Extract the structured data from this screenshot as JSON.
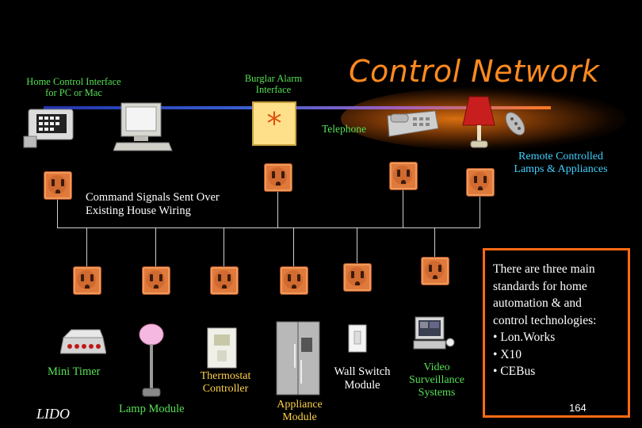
{
  "title": "Control Network",
  "labels": {
    "home_control": "Home Control Interface\nfor PC or Mac",
    "burglar_alarm": "Burglar Alarm\nInterface",
    "telephone": "Telephone",
    "remote_lamps": "Remote Controlled\nLamps & Appliances",
    "command_signals": "Command Signals Sent Over\nExisting House Wiring",
    "mini_timer": "Mini Timer",
    "lamp_module": "Lamp Module",
    "thermostat": "Thermostat\nController",
    "appliance": "Appliance\nModule",
    "wall_switch": "Wall Switch\nModule",
    "video": "Video\nSurveillance\nSystems",
    "lido": "LIDO",
    "page_number": "164"
  },
  "alarm_symbol": "*",
  "info_lines": [
    "There are three main",
    "standards for home",
    "automation & and",
    "control technologies:",
    "• Lon.Works",
    "• X10",
    "• CEBus"
  ],
  "colors": {
    "title": "#ff8a1e",
    "label_green": "#55e055",
    "label_yellow": "#ffd24a",
    "label_cyan": "#40d0ff",
    "outlet": "#e07a3c",
    "box_border": "#ff6a14"
  }
}
